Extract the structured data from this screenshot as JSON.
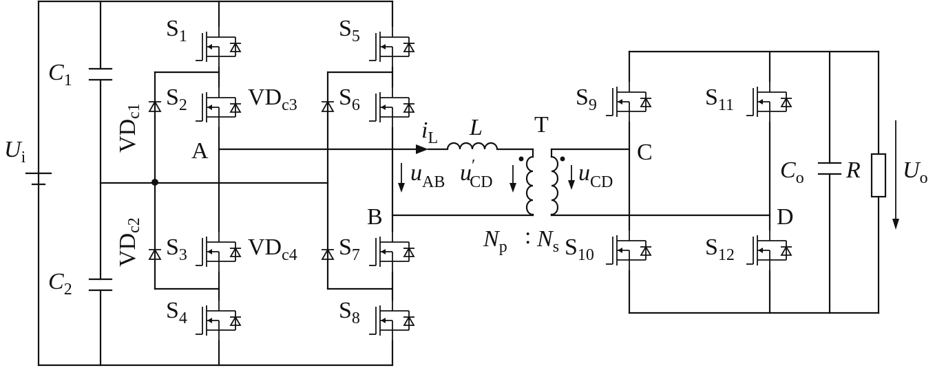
{
  "labels": {
    "Ui": {
      "main": "U",
      "sub": "i"
    },
    "C1": {
      "main": "C",
      "sub": "1"
    },
    "C2": {
      "main": "C",
      "sub": "2"
    },
    "VDc1": {
      "main": "VD",
      "sub": "c1"
    },
    "VDc2": {
      "main": "VD",
      "sub": "c2"
    },
    "VDc3": {
      "main": "VD",
      "sub": "c3"
    },
    "VDc4": {
      "main": "VD",
      "sub": "c4"
    },
    "S1": {
      "main": "S",
      "sub": "1"
    },
    "S2": {
      "main": "S",
      "sub": "2"
    },
    "S3": {
      "main": "S",
      "sub": "3"
    },
    "S4": {
      "main": "S",
      "sub": "4"
    },
    "S5": {
      "main": "S",
      "sub": "5"
    },
    "S6": {
      "main": "S",
      "sub": "6"
    },
    "S7": {
      "main": "S",
      "sub": "7"
    },
    "S8": {
      "main": "S",
      "sub": "8"
    },
    "S9": {
      "main": "S",
      "sub": "9"
    },
    "S10": {
      "main": "S",
      "sub": "10"
    },
    "S11": {
      "main": "S",
      "sub": "11"
    },
    "S12": {
      "main": "S",
      "sub": "12"
    },
    "A": "A",
    "B": "B",
    "C": "C",
    "D": "D",
    "T": "T",
    "iL": {
      "main": "i",
      "sub": "L"
    },
    "L": "L",
    "uAB": {
      "main": "u",
      "sub": "AB"
    },
    "uCDp": {
      "main": "u",
      "sup": "′",
      "sub": "CD"
    },
    "uCD": {
      "main": "u",
      "sub": "CD"
    },
    "Np": {
      "main": "N",
      "sub": "p"
    },
    "colon": ":",
    "Ns": {
      "main": "N",
      "sub": "s"
    },
    "Co": {
      "main": "C",
      "sub": "o"
    },
    "R": "R",
    "Uo": {
      "main": "U",
      "sub": "o"
    }
  }
}
